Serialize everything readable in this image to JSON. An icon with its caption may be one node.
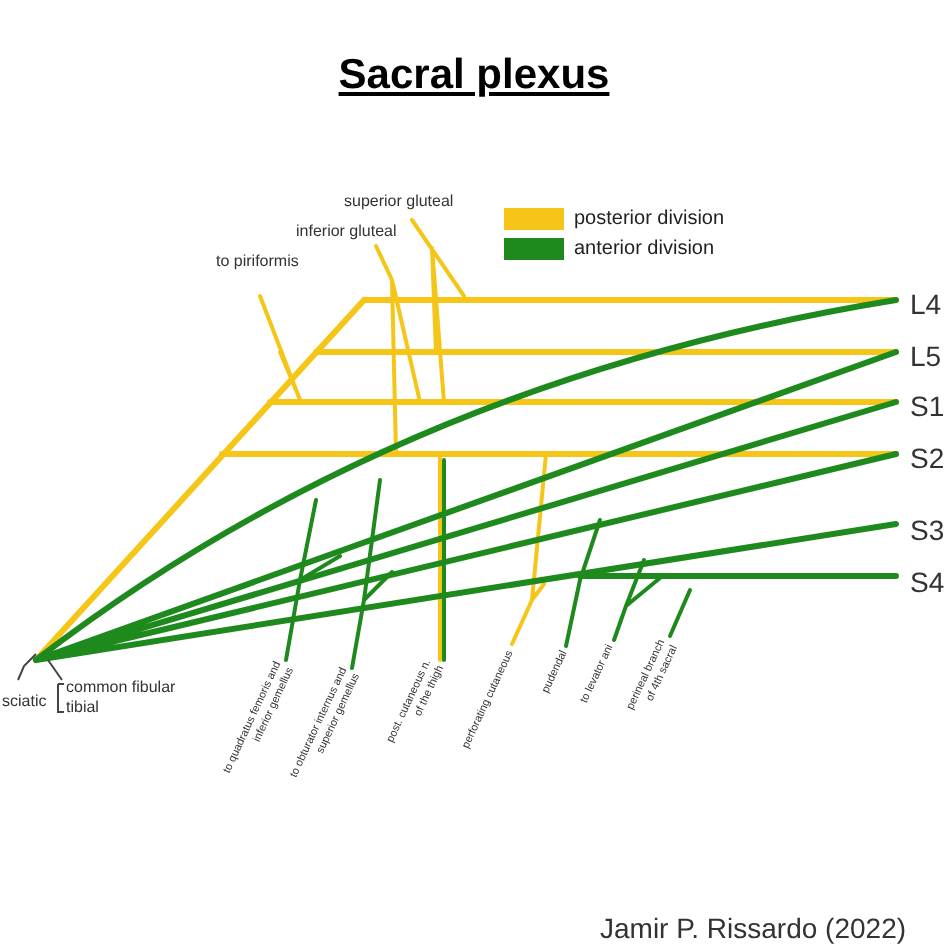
{
  "diagram": {
    "title": "Sacral plexus",
    "labels": [
      "superior gluteal",
      "inferior gluteal",
      "to piriformis",
      "L4",
      "L5",
      "S1",
      "S2",
      "S3",
      "S4",
      "sciatic",
      "common fibular",
      "tibial",
      "to quadratus femoris and inferior gemellus",
      "to obturator internus and superior gemellus",
      "post. cutaneous n. of the thigh",
      "perforating cutaneous",
      "pudendal",
      "to levator ani",
      "perineal branch of 4th sacral",
      "Jamir P. Rissardo (2022)"
    ],
    "legend": [
      {
        "text": "posterior division",
        "color": "#f5c518"
      },
      {
        "text": "anterior division",
        "color": "#1e8a1e"
      }
    ]
  }
}
